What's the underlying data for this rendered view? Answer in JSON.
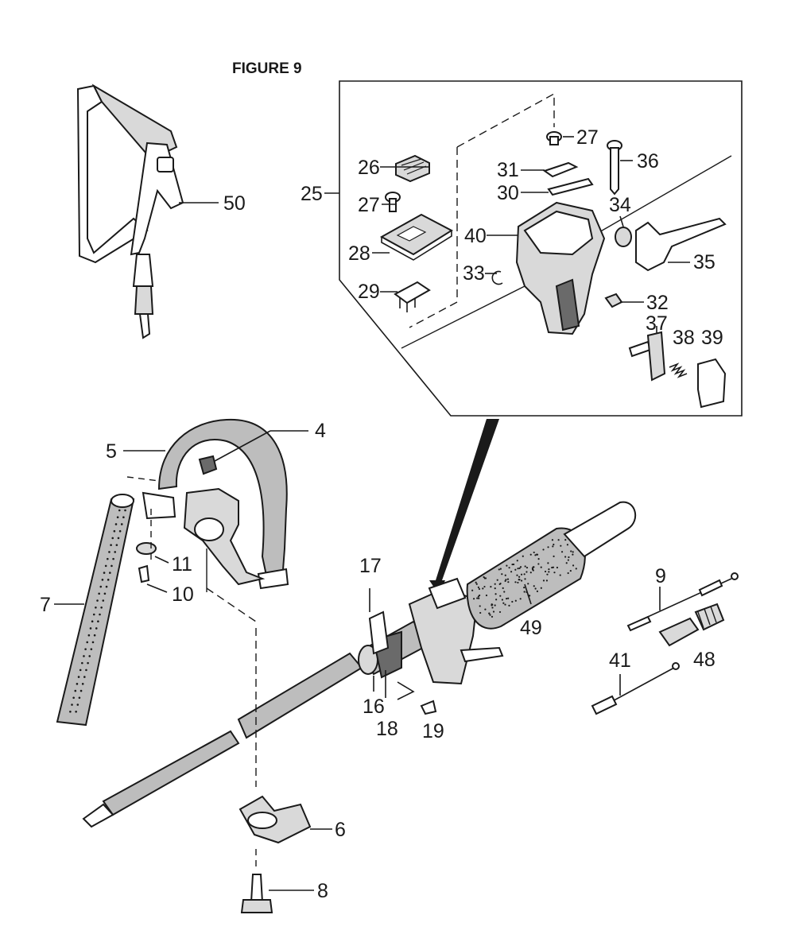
{
  "figure": {
    "title": "FIGURE 9"
  },
  "callouts": [
    {
      "id": "c50",
      "text": "50"
    },
    {
      "id": "c25",
      "text": "25"
    },
    {
      "id": "c26",
      "text": "26"
    },
    {
      "id": "c27a",
      "text": "27"
    },
    {
      "id": "c27b",
      "text": "27"
    },
    {
      "id": "c28",
      "text": "28"
    },
    {
      "id": "c29",
      "text": "29"
    },
    {
      "id": "c30",
      "text": "30"
    },
    {
      "id": "c31",
      "text": "31"
    },
    {
      "id": "c32",
      "text": "32"
    },
    {
      "id": "c33",
      "text": "33"
    },
    {
      "id": "c34",
      "text": "34"
    },
    {
      "id": "c35",
      "text": "35"
    },
    {
      "id": "c36",
      "text": "36"
    },
    {
      "id": "c37",
      "text": "37"
    },
    {
      "id": "c38",
      "text": "38"
    },
    {
      "id": "c39",
      "text": "39"
    },
    {
      "id": "c40",
      "text": "40"
    },
    {
      "id": "c4",
      "text": "4"
    },
    {
      "id": "c5",
      "text": "5"
    },
    {
      "id": "c6",
      "text": "6"
    },
    {
      "id": "c7",
      "text": "7"
    },
    {
      "id": "c8",
      "text": "8"
    },
    {
      "id": "c9",
      "text": "9"
    },
    {
      "id": "c10",
      "text": "10"
    },
    {
      "id": "c11",
      "text": "11"
    },
    {
      "id": "c16",
      "text": "16"
    },
    {
      "id": "c17",
      "text": "17"
    },
    {
      "id": "c18",
      "text": "18"
    },
    {
      "id": "c19",
      "text": "19"
    },
    {
      "id": "c41",
      "text": "41"
    },
    {
      "id": "c48",
      "text": "48"
    },
    {
      "id": "c49",
      "text": "49"
    }
  ]
}
